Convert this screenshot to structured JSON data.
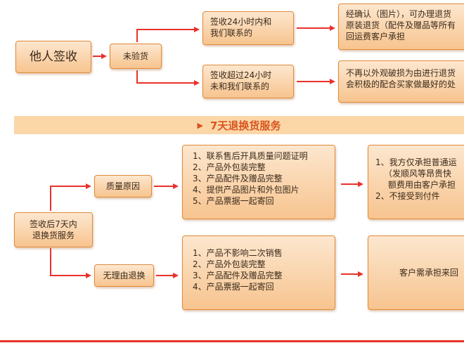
{
  "top": {
    "start": "他人签收",
    "uninspected": "未验货",
    "branch1": {
      "line1": "签收24小时内和",
      "line2": "我们联系的"
    },
    "branch2": {
      "line1": "签收超过24小时",
      "line2": "未和我们联系的"
    },
    "result1": {
      "line1": "经确认（图片），可办理退货",
      "line2": "原装退货（配件及赠品等所有",
      "line3": "回运费客户承担"
    },
    "result2": {
      "line1": "不再以外观破损为由进行退货",
      "line2": "会积极的配合买家做最好的处"
    }
  },
  "banner": {
    "marker": "▶",
    "title": "7天退换货服务"
  },
  "bottom": {
    "start": {
      "line1": "签收后7天内",
      "line2": "退换货服务"
    },
    "quality": "质量原因",
    "noreason": "无理由退换",
    "quality_conditions": [
      "1、联系售后开具质量问题证明",
      "2、产品外包装完整",
      "3、产品配件及赠品完整",
      "4、提供产品图片和外包图片",
      "5、产品票据一起寄回"
    ],
    "noreason_conditions": [
      "1、产品不影响二次销售",
      "2、产品外包装完整",
      "3、产品配件及赠品完整",
      "4、产品票据一起寄回"
    ],
    "quality_result": {
      "line1": "1、我方仅承担普通运",
      "line2": "（发顺风等昂贵快",
      "line3": "额费用由客户承担",
      "line4": "2、不接受到付件"
    },
    "noreason_result": "客户需承担来回"
  },
  "colors": {
    "arrow": "#e8322b",
    "box_border": "#e08b3a",
    "banner_bg": "#fbd7a8",
    "banner_text": "#d9541e"
  }
}
